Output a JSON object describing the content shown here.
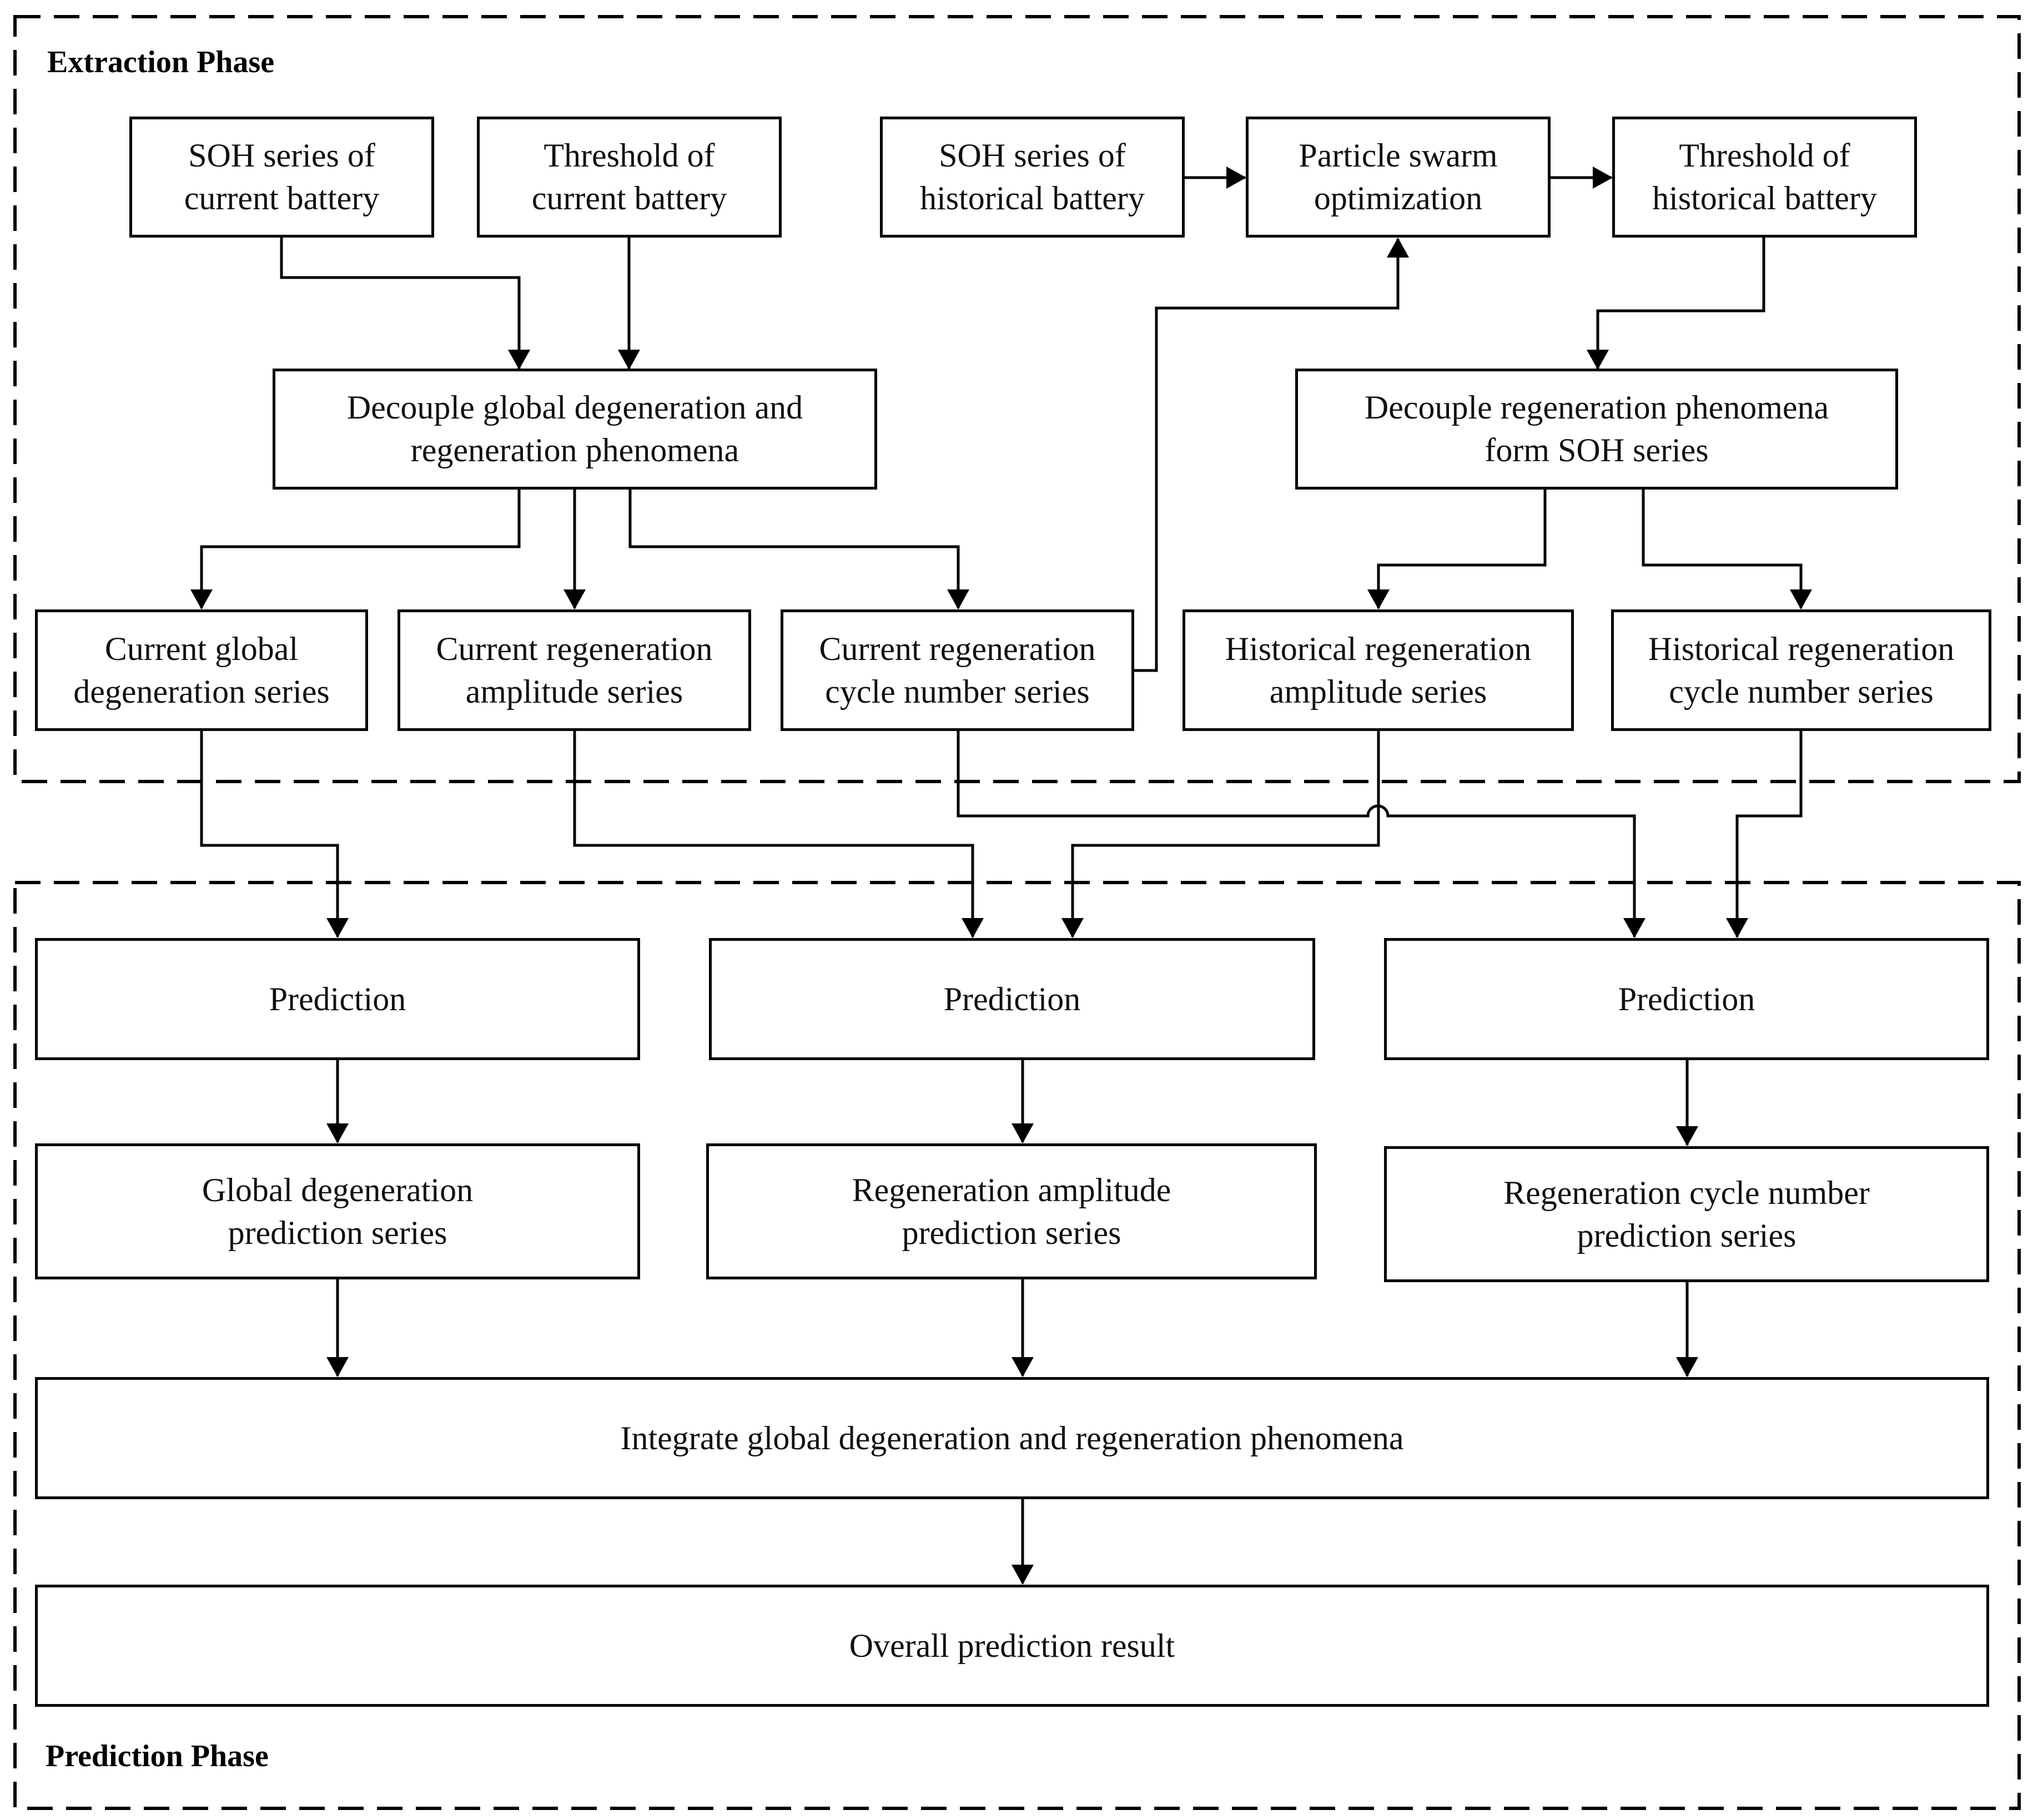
{
  "phases": {
    "extraction": "Extraction Phase",
    "prediction": "Prediction Phase"
  },
  "boxes": {
    "soh_current": "SOH series of\ncurrent battery",
    "threshold_current": "Threshold of\ncurrent battery",
    "soh_historical": "SOH series of\nhistorical battery",
    "pso": "Particle swarm\noptimization",
    "threshold_historical": "Threshold of\nhistorical battery",
    "decouple_global": "Decouple global degeneration and\nregeneration phenomena",
    "decouple_regen": "Decouple regeneration phenomena\nform SOH series",
    "current_global": "Current global\ndegeneration series",
    "current_amp": "Current regeneration\namplitude series",
    "current_cycle": "Current regeneration\ncycle number series",
    "hist_amp": "Historical regeneration\namplitude series",
    "hist_cycle": "Historical regeneration\ncycle number series",
    "pred1": "Prediction",
    "pred2": "Prediction",
    "pred3": "Prediction",
    "global_pred": "Global degeneration\nprediction series",
    "amp_pred": "Regeneration amplitude\nprediction series",
    "cycle_pred": "Regeneration cycle number\nprediction series",
    "integrate": "Integrate global degeneration and regeneration phenomena",
    "overall": "Overall prediction result"
  }
}
